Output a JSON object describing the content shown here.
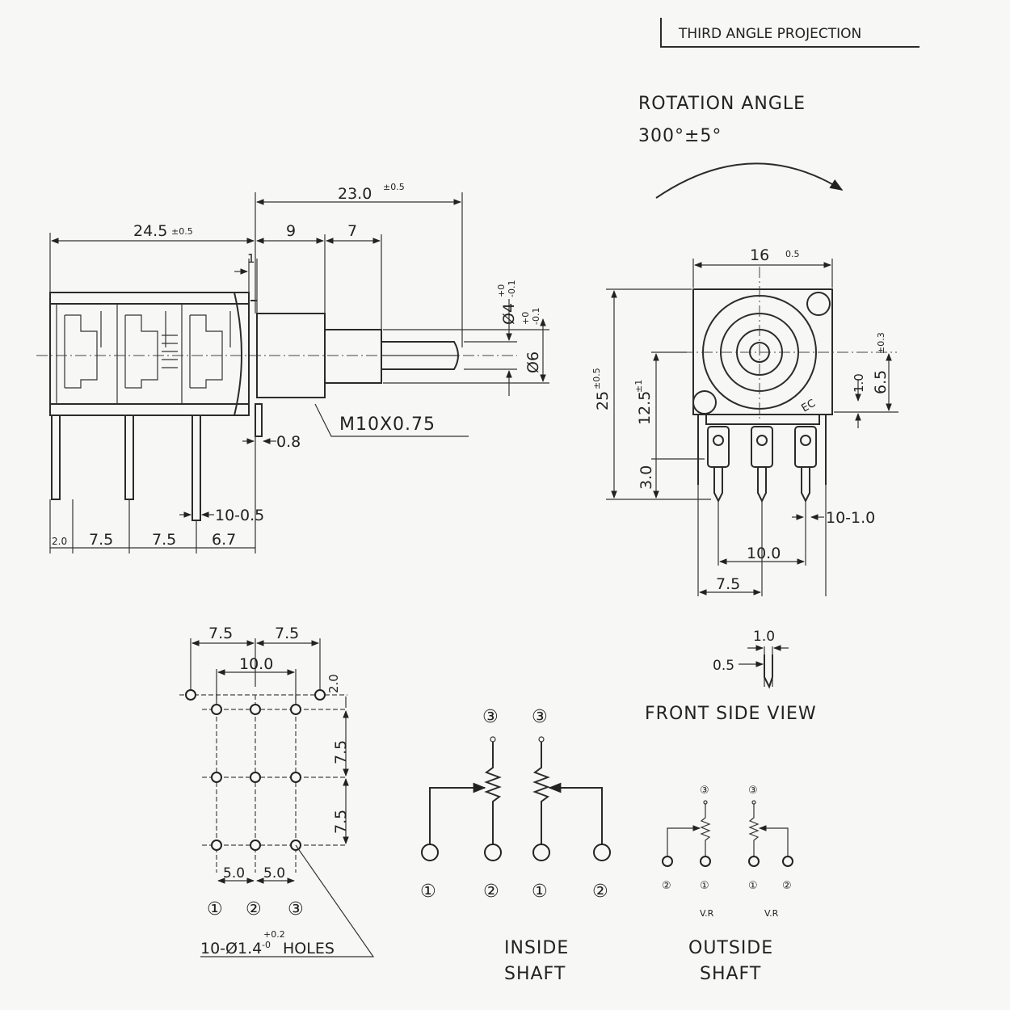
{
  "projection": "THIRD ANGLE PROJECTION",
  "rotation": {
    "label": "ROTATION ANGLE",
    "value": "300°±5°"
  },
  "side_view": {
    "overall": "24.5",
    "overall_tol": "±0.5",
    "shaft_total": "23.0",
    "shaft_tol": "±0.5",
    "bushing": "9",
    "shaft_knurl": "7",
    "gap": "1",
    "thread": "M10X0.75",
    "washer": "0.8",
    "pin_width": "10-0.5",
    "inner_dia": "Ø4",
    "inner_tol_top": "+0",
    "inner_tol_bot": "-0.1",
    "outer_dia": "Ø6",
    "outer_tol_top": "+0",
    "outer_tol_bot": "-0.1",
    "pin_spacing": [
      "2.0",
      "7.5",
      "7.5",
      "6.7"
    ]
  },
  "front_view": {
    "width": "16",
    "width_tol": "0.5",
    "height": "25",
    "height_tol": "±0.5",
    "center_height": "12.5",
    "center_tol": "±1",
    "pin_offset": "3.0",
    "top_offset": "6.5",
    "top_tol": "±0.3",
    "lug": "1.0",
    "pin_width": "10-1.0",
    "pin_pitch": "10.0",
    "half_pitch": "7.5",
    "label_ec": "EC"
  },
  "detail": {
    "width": "1.0",
    "thickness": "0.5",
    "caption": "FRONT SIDE VIEW"
  },
  "footprint": {
    "top_spacing_left": "7.5",
    "top_spacing_right": "7.5",
    "inner_pitch": "10.0",
    "edge": "2.0",
    "row1": "7.5",
    "row2": "7.5",
    "col1": "5.0",
    "col2": "5.0",
    "pin_labels": [
      "①",
      "②",
      "③"
    ],
    "holes_prefix": "10-Ø1.4",
    "holes_tol_top": "+0.2",
    "holes_tol_bot": "-0",
    "holes_suffix": " HOLES"
  },
  "schematic_inside": {
    "terminal_top": "③",
    "terminals_bottom": [
      "①",
      "②",
      "①",
      "②"
    ],
    "caption_line1": "INSIDE",
    "caption_line2": "SHAFT"
  },
  "schematic_outside": {
    "terminal_top": "③",
    "terminals_bottom": [
      "②",
      "①",
      "①",
      "②"
    ],
    "vr_label": "V.R",
    "caption_line1": "OUTSIDE",
    "caption_line2": "SHAFT"
  }
}
